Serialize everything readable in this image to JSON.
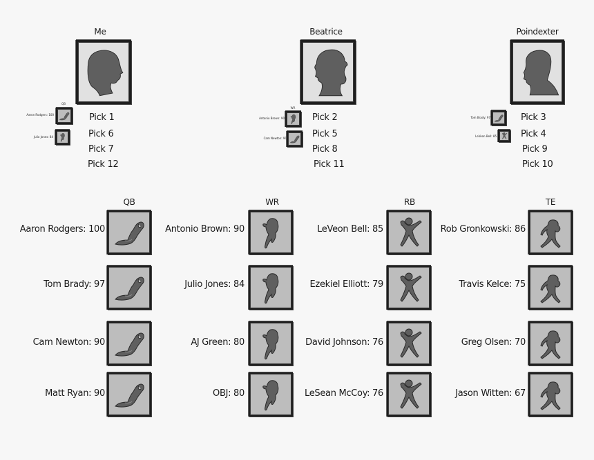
{
  "owners": [
    {
      "name": "Me",
      "silhouette": "male-profile-icon",
      "picks": [
        "Pick 1",
        "Pick 6",
        "Pick 7",
        "Pick 12"
      ],
      "roster_position_label": "QB",
      "roster": [
        {
          "label": "Aaron Rodgers: 100",
          "icon": "qb-icon"
        },
        {
          "label": "Julio Jones: 84",
          "icon": "wr-icon"
        }
      ]
    },
    {
      "name": "Beatrice",
      "silhouette": "female-profile-icon",
      "picks": [
        "Pick 2",
        "Pick 5",
        "Pick 8",
        "Pick 11"
      ],
      "roster_position_label": "WR",
      "roster": [
        {
          "label": "Antonio Brown: 90",
          "icon": "wr-icon"
        },
        {
          "label": "Cam Newton: 90",
          "icon": "qb-icon"
        }
      ]
    },
    {
      "name": "Poindexter",
      "silhouette": "male-profile-curly-icon",
      "picks": [
        "Pick 3",
        "Pick 4",
        "Pick 9",
        "Pick 10"
      ],
      "roster": [
        {
          "label": "Tom Brady: 97",
          "icon": "qb-icon"
        },
        {
          "label": "LeVeon Bell: 85",
          "icon": "rb-icon"
        }
      ]
    }
  ],
  "positions": [
    {
      "header": "QB",
      "icon": "qb-icon",
      "players": [
        {
          "name": "Aaron Rodgers",
          "score": 100,
          "label": "Aaron Rodgers: 100"
        },
        {
          "name": "Tom Brady",
          "score": 97,
          "label": "Tom Brady: 97"
        },
        {
          "name": "Cam Newton",
          "score": 90,
          "label": "Cam Newton: 90"
        },
        {
          "name": "Matt Ryan",
          "score": 90,
          "label": "Matt Ryan: 90"
        }
      ]
    },
    {
      "header": "WR",
      "icon": "wr-icon",
      "players": [
        {
          "name": "Antonio Brown",
          "score": 90,
          "label": "Antonio Brown: 90"
        },
        {
          "name": "Julio Jones",
          "score": 84,
          "label": "Julio Jones: 84"
        },
        {
          "name": "AJ Green",
          "score": 80,
          "label": "AJ Green: 80"
        },
        {
          "name": "OBJ",
          "score": 80,
          "label": "OBJ: 80"
        }
      ]
    },
    {
      "header": "RB",
      "icon": "rb-icon",
      "players": [
        {
          "name": "LeVeon Bell",
          "score": 85,
          "label": "LeVeon Bell: 85"
        },
        {
          "name": "Ezekiel Elliott",
          "score": 79,
          "label": "Ezekiel Elliott: 79"
        },
        {
          "name": "David Johnson",
          "score": 76,
          "label": "David Johnson: 76"
        },
        {
          "name": "LeSean McCoy",
          "score": 76,
          "label": "LeSean McCoy: 76"
        }
      ]
    },
    {
      "header": "TE",
      "icon": "te-icon",
      "players": [
        {
          "name": "Rob Gronkowski",
          "score": 86,
          "label": "Rob Gronkowski: 86"
        },
        {
          "name": "Travis Kelce",
          "score": 75,
          "label": "Travis Kelce: 75"
        },
        {
          "name": "Greg Olsen",
          "score": 70,
          "label": "Greg Olsen: 70"
        },
        {
          "name": "Jason Witten",
          "score": 67,
          "label": "Jason Witten: 67"
        }
      ]
    }
  ],
  "colors": {
    "background": "#f7f7f7",
    "portrait_bg": "#e1e1e1",
    "card_bg": "#bdbdbd",
    "silhouette": "#5f5f5f",
    "frame": "#1e1e1e"
  }
}
